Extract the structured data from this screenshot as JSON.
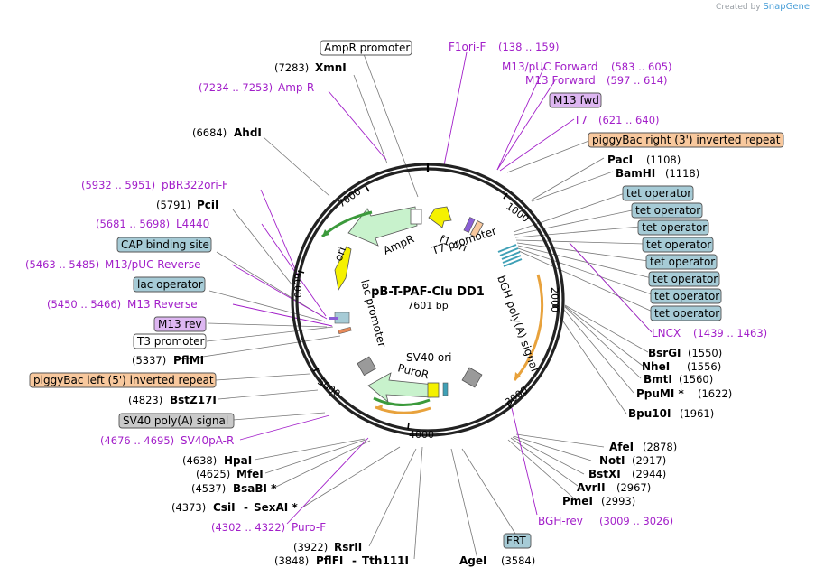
{
  "watermark": {
    "prefix": "Created by",
    "brand": "SnapGene"
  },
  "center": {
    "name": "pB-T-PAF-Clu DD1",
    "size": "7601 bp"
  },
  "ticks": [
    "1000",
    "2000",
    "3000",
    "4000",
    "5000",
    "6000",
    "7000"
  ],
  "inner_features": [
    "ori",
    "AmpR",
    "f1 ori",
    "T7 promoter",
    "bGH poly(A) signal",
    "SV40 ori",
    "PuroR",
    "lac promoter"
  ],
  "labels": {
    "ampr_promoter": "AmpR promoter",
    "xmni_pos": "(7283)",
    "xmni": "XmnI",
    "ampr_primer_pos": "(7234 .. 7253)",
    "ampr_primer": "Amp-R",
    "ahdi_pos": "(6684)",
    "ahdi": "AhdI",
    "pbr_primer_pos": "(5932 .. 5951)",
    "pbr_primer": "pBR322ori-F",
    "pcii_pos": "(5791)",
    "pcii": "PciI",
    "l4440_pos": "(5681 .. 5698)",
    "l4440": "L4440",
    "cap": "CAP binding site",
    "m13puc_rev_pos": "(5463 .. 5485)",
    "m13puc_rev": "M13/pUC Reverse",
    "lac_operator": "lac operator",
    "m13_rev_primer_pos": "(5450 .. 5466)",
    "m13_rev_primer": "M13 Reverse",
    "m13_rev_box": "M13 rev",
    "t3_promoter": "T3 promoter",
    "pflmi_pos": "(5337)",
    "pflmi": "PflMI",
    "pb_left": "piggyBac left (5') inverted repeat",
    "bstz_pos": "(4823)",
    "bstz": "BstZ17I",
    "sv40pa": "SV40 poly(A) signal",
    "sv40pa_primer_pos": "(4676 .. 4695)",
    "sv40pa_primer": "SV40pA-R",
    "hpai_pos": "(4638)",
    "hpai": "HpaI",
    "mfei_pos": "(4625)",
    "mfei": "MfeI",
    "bsabi_pos": "(4537)",
    "bsabi": "BsaBI *",
    "csii_pos": "(4373)",
    "csii": "CsiI",
    "sexai": "SexAI *",
    "dash": "-",
    "puro_primer_pos": "(4302 .. 4322)",
    "puro_primer": "Puro-F",
    "rsrii_pos": "(3922)",
    "rsrii": "RsrII",
    "pflfi_pos": "(3848)",
    "pflfi": "PflFI",
    "tth": "Tth111I",
    "agei": "AgeI",
    "agei_pos": "(3584)",
    "frt": "FRT",
    "bghrev_primer": "BGH-rev",
    "bghrev_pos": "(3009 .. 3026)",
    "pmei": "PmeI",
    "pmei_pos": "(2993)",
    "avrii": "AvrII",
    "avrii_pos": "(2967)",
    "bstxi": "BstXI",
    "bstxi_pos": "(2944)",
    "noti": "NotI",
    "noti_pos": "(2917)",
    "afei": "AfeI",
    "afei_pos": "(2878)",
    "bpu10i": "Bpu10I",
    "bpu10i_pos": "(1961)",
    "ppumi": "PpuMI *",
    "ppumi_pos": "(1622)",
    "bmti": "BmtI",
    "bmti_pos": "(1560)",
    "nhei": "NheI",
    "nhei_pos": "(1556)",
    "bsrgi": "BsrGI",
    "bsrgi_pos": "(1550)",
    "lncx": "LNCX",
    "lncx_pos": "(1439 .. 1463)",
    "tet_operator": "tet operator",
    "bamhi": "BamHI",
    "bamhi_pos": "(1118)",
    "paci": "PacI",
    "paci_pos": "(1108)",
    "pb_right": "piggyBac right (3') inverted repeat",
    "t7_primer": "T7",
    "t7_pos": "(621 .. 640)",
    "m13fwd_box": "M13 fwd",
    "m13_fwd_primer": "M13 Forward",
    "m13_fwd_pos": "(597 .. 614)",
    "m13puc_fwd": "M13/pUC Forward",
    "m13puc_fwd_pos": "(583 .. 605)",
    "f1ori_primer": "F1ori-F",
    "f1ori_pos": "(138 .. 159)"
  },
  "colors": {
    "primer": "#a21fc9",
    "box_blue": "#a6cbd6",
    "box_orange": "#f8c89d",
    "box_purple": "#ddb6f1",
    "box_gray": "#c9c9c9",
    "arrow_green": "#c8f2cc",
    "arrow_yellow": "#f5f100",
    "arrow_orange": "#e8a23c"
  }
}
